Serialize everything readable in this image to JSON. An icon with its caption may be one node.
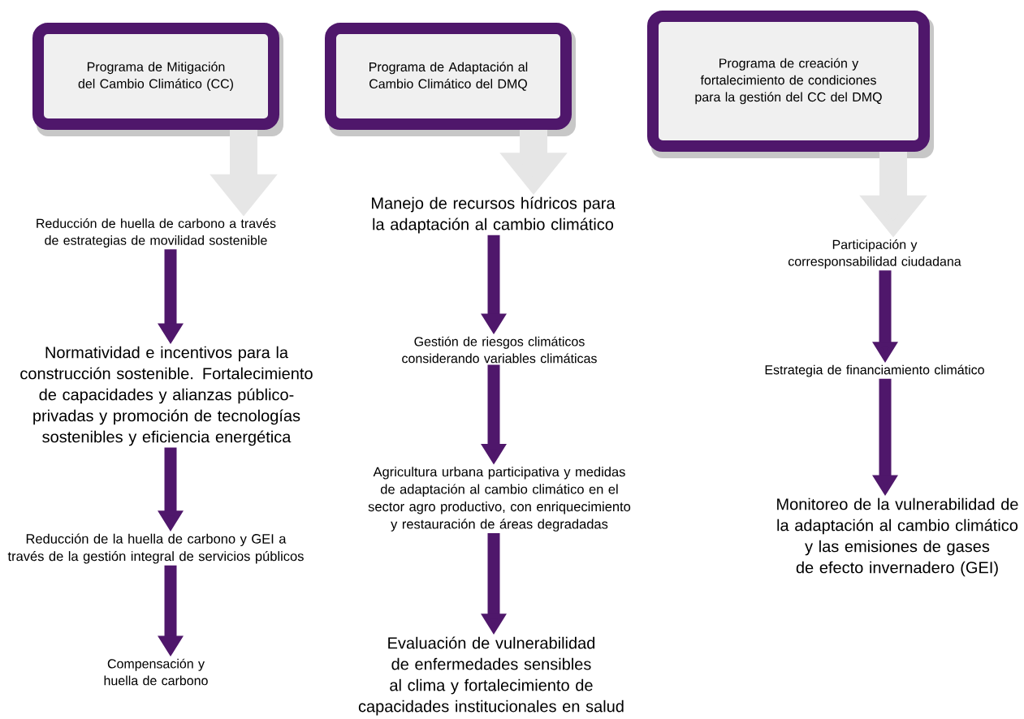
{
  "diagram": {
    "nodes": [
      {
        "text": [
          "Programa de Mitigación del Cambio Climático (CC)"
        ]
      },
      {
        "text": [
          "Reducción de huella de carbono a través de estrategias de movilidad sostenible"
        ]
      },
      {
        "text": [
          "Normatividad e incentivos para la construcción sostenible. Fortalecimiento de capacidades y alianzas público-privadas y promoción de tecnologías sostenibles y eficiencia energética"
        ]
      },
      {
        "text": [
          "Reducción de la huella de carbono y GEI a través de la gestión integral de servicios públicos"
        ]
      },
      {
        "text": [
          "Compensación y huella de carbono"
        ]
      },
      {
        "text": [
          "Programa de Adaptación al Cambio Climático del DMQ"
        ]
      },
      {
        "text": [
          "Manejo de recursos hídricos para la adaptación al cambio climático"
        ]
      },
      {
        "text": [
          "Gestión de riesgos climáticos considerando variables climáticas"
        ]
      },
      {
        "text": [
          "Agricultura urbana participativa y medidas de adaptación al cambio climático en el sector agro productivo, con enriquecimiento y restauración de áreas degradadas"
        ]
      },
      {
        "text": [
          "Evaluación de vulnerabilidad de enfermedades sensibles al clima y fortalecimiento de capacidades institucionales en salud"
        ]
      },
      {
        "text": [
          "Programa de creación y fortalecimiento de condiciones para la gestión del CC del DMQ"
        ]
      },
      {
        "text": [
          "Participación y corresponsabilidad ciudadana"
        ]
      },
      {
        "text": [
          "Estrategia de financiamiento climático"
        ]
      },
      {
        "text": [
          "Monitoreo de la vulnerabilidad de la adaptación al cambio climático y las emisiones de gases de efecto invernadero (GEI)"
        ]
      }
    ],
    "edges": [
      {
        "from": 0,
        "to": 1,
        "arrow": "to",
        "style": "thick",
        "color": "#e6e6e6"
      },
      {
        "from": 1,
        "to": 2,
        "arrow": "to"
      },
      {
        "from": 2,
        "to": 3,
        "arrow": "to"
      },
      {
        "from": 3,
        "to": 4,
        "arrow": "to"
      },
      {
        "from": 5,
        "to": 6,
        "arrow": "to",
        "style": "thick",
        "color": "#e6e6e6"
      },
      {
        "from": 6,
        "to": 7,
        "arrow": "to"
      },
      {
        "from": 7,
        "to": 8,
        "arrow": "to"
      },
      {
        "from": 8,
        "to": 9,
        "arrow": "to"
      },
      {
        "from": 10,
        "to": 11,
        "arrow": "to",
        "style": "thick",
        "color": "#e6e6e6"
      },
      {
        "from": 11,
        "to": 12,
        "arrow": "to"
      },
      {
        "from": 12,
        "to": 13,
        "arrow": "to"
      }
    ]
  }
}
